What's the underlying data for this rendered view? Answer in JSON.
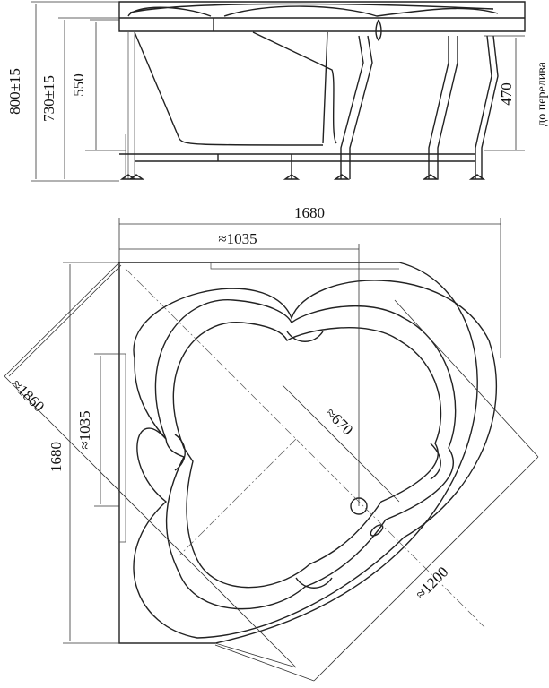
{
  "side_view": {
    "dims": {
      "total_height": "800±15",
      "rim_height": "730±15",
      "depth": "550",
      "overflow_depth": "470",
      "overflow_note": "до перелива"
    }
  },
  "plan_view": {
    "dims": {
      "width": "1680",
      "width_partial": "≈1035",
      "height": "1680",
      "height_partial": "≈1035",
      "diagonal": "≈1860",
      "inner_diagonal": "≈670",
      "front_width": "≈1200"
    }
  }
}
